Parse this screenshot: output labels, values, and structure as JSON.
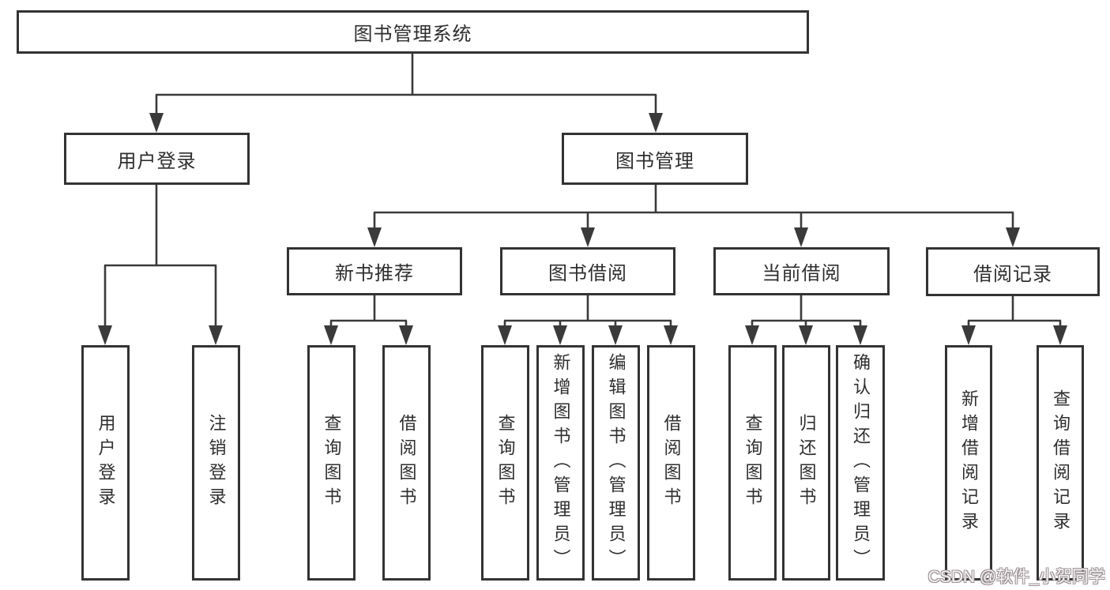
{
  "tree": {
    "label": "图书管理系统",
    "children": [
      {
        "label": "用户登录",
        "children": [
          {
            "label": "用户登录"
          },
          {
            "label": "注销登录"
          }
        ]
      },
      {
        "label": "图书管理",
        "children": [
          {
            "label": "新书推荐",
            "children": [
              {
                "label": "查询图书"
              },
              {
                "label": "借阅图书"
              }
            ]
          },
          {
            "label": "图书借阅",
            "children": [
              {
                "label": "查询图书"
              },
              {
                "label": "新增图书（管理员）"
              },
              {
                "label": "编辑图书（管理员）"
              },
              {
                "label": "借阅图书"
              }
            ]
          },
          {
            "label": "当前借阅",
            "children": [
              {
                "label": "查询图书"
              },
              {
                "label": "归还图书"
              },
              {
                "label": "确认归还（管理员）"
              }
            ]
          },
          {
            "label": "借阅记录",
            "children": [
              {
                "label": "新增借阅记录"
              },
              {
                "label": "查询借阅记录"
              }
            ]
          }
        ]
      }
    ]
  },
  "watermark": "CSDN @软件_小贺同学",
  "colors": {
    "line": "#3a3a3a",
    "box_border": "#333333",
    "box_bg": "#ffffff",
    "text": "#2e2e2e",
    "watermark_fill": "#ffffff",
    "watermark_outline": "#9a9093"
  }
}
